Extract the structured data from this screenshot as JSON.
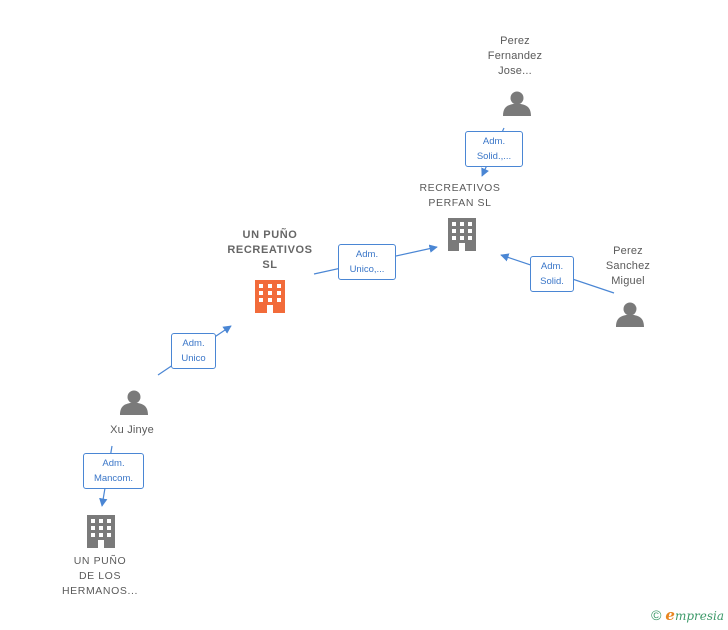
{
  "nodes": {
    "perez_fernandez": {
      "label": [
        "Perez",
        "Fernandez",
        "Jose..."
      ],
      "type": "person"
    },
    "recreativos_perfan": {
      "label": [
        "RECREATIVOS",
        "PERFAN SL"
      ],
      "type": "company"
    },
    "un_puno_recreativos": {
      "label": [
        "UN PUÑO",
        "RECREATIVOS",
        "SL"
      ],
      "type": "company",
      "highlight": true
    },
    "perez_sanchez": {
      "label": [
        "Perez",
        "Sanchez",
        "Miguel"
      ],
      "type": "person"
    },
    "xu_jinye": {
      "label": [
        "Xu Jinye"
      ],
      "type": "person"
    },
    "un_puno_hermanos": {
      "label": [
        "UN PUÑO",
        "DE LOS",
        "HERMANOS..."
      ],
      "type": "company"
    }
  },
  "relations": {
    "r1": {
      "label": [
        "Adm.",
        "Solid.,..."
      ]
    },
    "r2": {
      "label": [
        "Adm.",
        "Unico,..."
      ]
    },
    "r3": {
      "label": [
        "Adm.",
        "Solid."
      ]
    },
    "r4": {
      "label": [
        "Adm.",
        "Unico"
      ]
    },
    "r5": {
      "label": [
        "Adm.",
        "Mancom."
      ]
    }
  },
  "colors": {
    "edge": "#4a86d4",
    "person_icon": "#7a7a7a",
    "company_icon": "#7a7a7a",
    "highlight_company_icon": "#f26b3a"
  },
  "footer": {
    "copyright_symbol": "©",
    "brand_initial": "e",
    "brand_rest": "mpresia"
  }
}
